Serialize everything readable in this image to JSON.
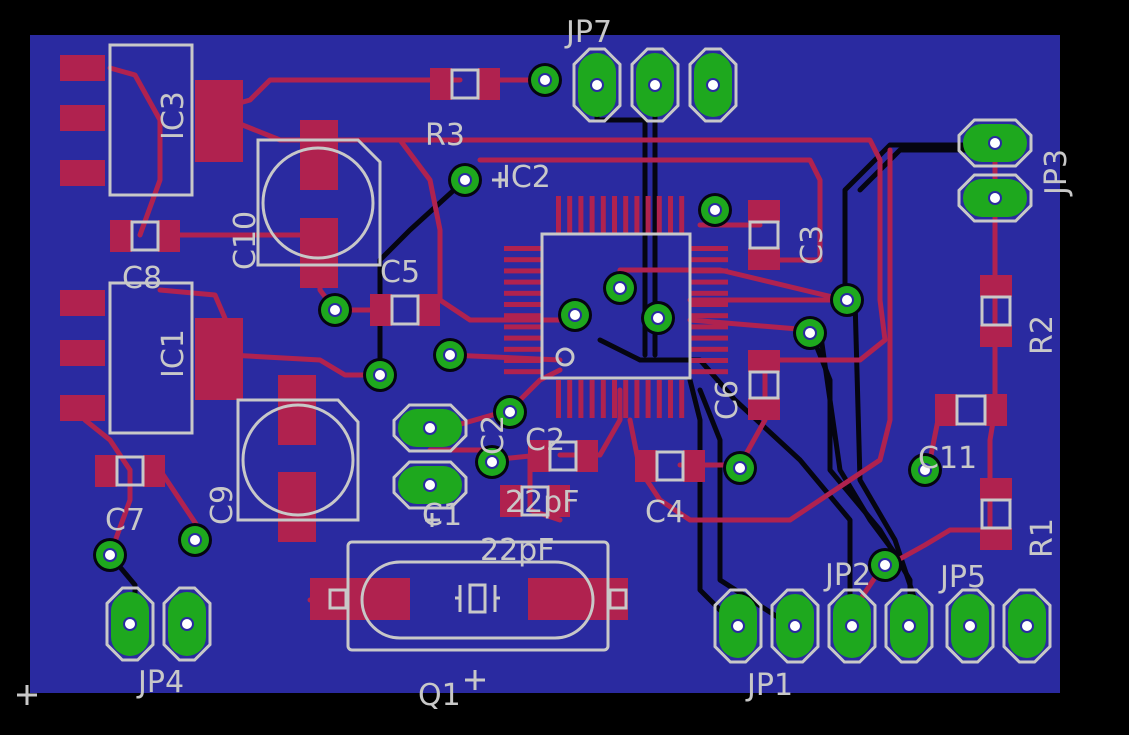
{
  "colors": {
    "background": "#000000",
    "board": "#2a2aa0",
    "top_copper": "#b0224f",
    "bottom_copper": "#050510",
    "silkscreen": "#c8c8c8",
    "pads": "#1ea81e"
  },
  "labels": {
    "jp7": "JP7",
    "ic3": "IC3",
    "r3": "R3",
    "ic2": "IC2",
    "c10": "C10",
    "c8": "C8",
    "c5": "C5",
    "c3": "C3",
    "jp3": "JP3",
    "r2": "R2",
    "ic1": "IC1",
    "c6": "C6",
    "c2": "C2",
    "c1": "C1",
    "c4": "C4",
    "c11": "C11",
    "r1": "R1",
    "c7": "C7",
    "c9": "C9",
    "val_c2": "22pF",
    "val_c1": "22pF",
    "jp2": "JP2",
    "jp5": "JP5",
    "jp4": "JP4",
    "q1": "Q1",
    "jp1": "JP1"
  }
}
